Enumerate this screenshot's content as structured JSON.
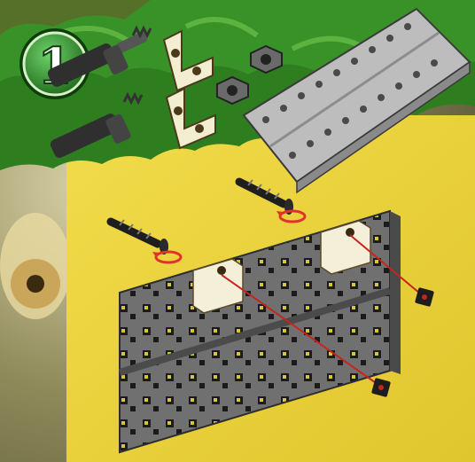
{
  "step": {
    "number": "1"
  },
  "colors": {
    "background_yellow": "#e8cf3a",
    "jungle_green": "#2e7d1f",
    "plate_gray": "#6f6f6f",
    "light_gray_part": "#c9c9c9",
    "angle_bracket": "#f3edd2",
    "rotation_arrow": "#e4312b",
    "assembly_line": "#c7241d"
  },
  "icons": [
    "step-badge",
    "screw-part",
    "angle-bracket-part",
    "square-nut-part",
    "gray-plate-part",
    "rotation-arrow",
    "assembly-line"
  ]
}
